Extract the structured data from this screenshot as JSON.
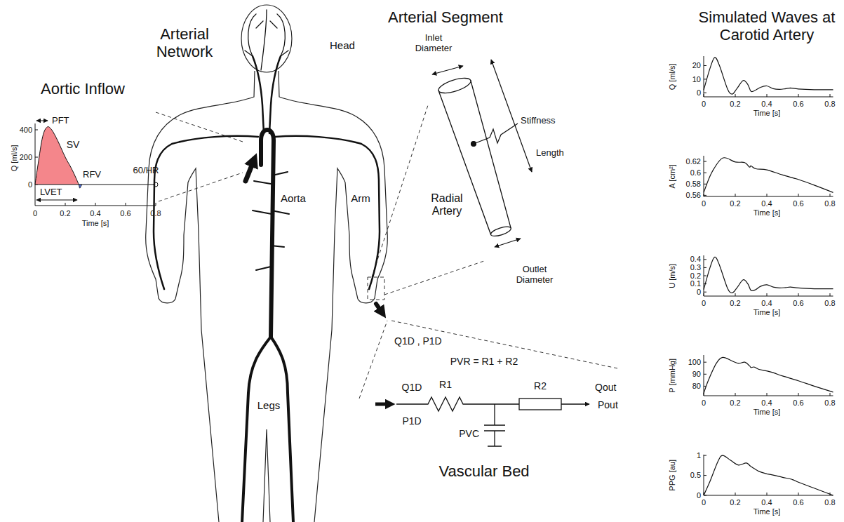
{
  "diagram": {
    "labels": [
      "Aortic Inflow",
      "Q [ml/s]",
      "400",
      "200",
      "0",
      "0",
      "0.2",
      "0.4",
      "0.6",
      "0.8",
      "Time [s]",
      "PFT",
      "SV",
      "RFV",
      "LVET",
      "60/HR",
      "Arterial Network",
      "Head",
      "Aorta",
      "Arm",
      "Legs",
      "Arterial Segment",
      "Inlet Diameter",
      "Stiffness",
      "Length",
      "Radial Artery",
      "Outlet Diameter",
      "Q1D , P1D",
      "PVR = R1 + R2",
      "Q1D",
      "P1D",
      "R1",
      "R2",
      "PVC",
      "Qout",
      "Pout",
      "Vascular Bed",
      "Simulated Waves at Carotid Artery",
      "Q [ml/s]",
      "20",
      "10",
      "0",
      "0",
      "0.2",
      "0.4",
      "0.6",
      "0.8",
      "Time [s]",
      "A [cm²]",
      "0.62",
      "0.6",
      "0.58",
      "0.56",
      "0",
      "0.2",
      "0.4",
      "0.6",
      "0.8",
      "Time [s]",
      "U [m/s]",
      "0.4",
      "0.3",
      "0.2",
      "0.1",
      "0",
      "0",
      "0.2",
      "0.4",
      "0.6",
      "0.8",
      "Time [s]",
      "P [mmHg]",
      "100",
      "90",
      "80",
      "0",
      "0.2",
      "0.4",
      "0.6",
      "0.8",
      "Time [s]",
      "PPG [au]",
      "1",
      "0.5",
      "0",
      "0",
      "0.2",
      "0.4",
      "0.6",
      "0.8",
      "Time [s]"
    ]
  }
}
